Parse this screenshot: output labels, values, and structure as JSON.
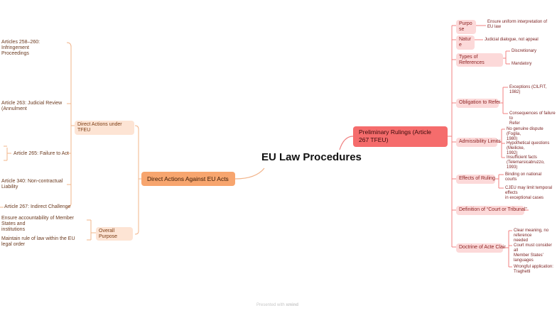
{
  "title": "EU Law Procedures",
  "left": {
    "main": "Direct Actions Against EU Acts",
    "sub1": "Direct Actions under TFEU",
    "sub1_items": [
      "Articles 258–260: Infringement\nProceedings",
      "Article 263: Judicial Review (Annulment",
      "Article 265: Failure to Act",
      "Article 340: Non-contractual Liability",
      "Article 267: Indirect Challenge"
    ],
    "sub2": "Overall Purpose",
    "sub2_items": [
      "Ensure accountability of Member States and\ninstitutions",
      "Maintain rule of law within the EU legal order"
    ]
  },
  "right": {
    "main": "Preliminary Rulings (Article 267 TFEU)",
    "subs": [
      "Purpose",
      "Nature",
      "Types of References",
      "Obligation to Refer",
      "Admissibility Limits",
      "Effects of Ruling",
      "Definition of “Court or Tribunal”",
      "Doctrine of Acte Clair"
    ],
    "leaves": {
      "purpose": "Ensure uniform interpretation of\nEU law",
      "nature": "Judicial dialogue, not appeal",
      "types": [
        "Discretionary",
        "Mandatory"
      ],
      "obligation": [
        "Exceptions (CILFIT,\n1982)",
        "Consequences of failure to\nRefer"
      ],
      "admissibility": [
        "No genuine dispute (Foglia,\n1980)",
        "Hypothetical questions (Meilicke,\n1992)",
        "Insufficient facts (Telemarsicabruzzo,\n1993)"
      ],
      "effects": [
        "Binding on national\ncourts",
        "CJEU may limit temporal effects\nin exceptional cases"
      ],
      "acte": [
        "Clear meaning, no reference\nneeded",
        "Court must consider all\nMember States' languages",
        "Wrongful application:\nTraghetti"
      ]
    }
  },
  "footer": {
    "prefix": "Presented with ",
    "brand": "xmind"
  },
  "colors": {
    "left": "#f7a56e",
    "right": "#f56c6c",
    "leftLine": "#f2b48a",
    "rightLine": "#f08080"
  }
}
